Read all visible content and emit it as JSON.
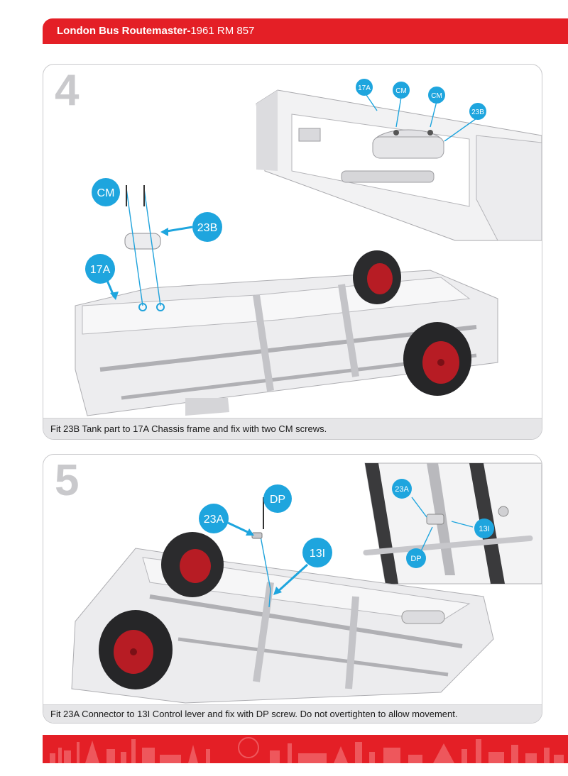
{
  "header": {
    "series_name": "London Bus Routemaster-",
    "model": "1961 RM 857"
  },
  "colors": {
    "accent_red": "#e41f26",
    "callout_blue": "#1ea5de",
    "step_grey": "#c9c9cc",
    "caption_bg": "#e6e6e8",
    "wheel_red": "#b71c24"
  },
  "step4": {
    "number": "4",
    "caption": "Fit 23B Tank part to 17A Chassis frame and fix with two CM screws.",
    "labels": {
      "cm": "CM",
      "tank": "23B",
      "frame": "17A",
      "detail_frame": "17A",
      "detail_cm_1": "CM",
      "detail_cm_2": "CM",
      "detail_tank": "23B"
    }
  },
  "step5": {
    "number": "5",
    "caption": "Fit 23A Connector to 13I Control lever and fix with DP screw. Do not overtighten to allow movement.",
    "labels": {
      "dp": "DP",
      "connector": "23A",
      "lever": "13I",
      "detail_connector": "23A",
      "detail_lever": "13I",
      "detail_dp": "DP"
    }
  }
}
